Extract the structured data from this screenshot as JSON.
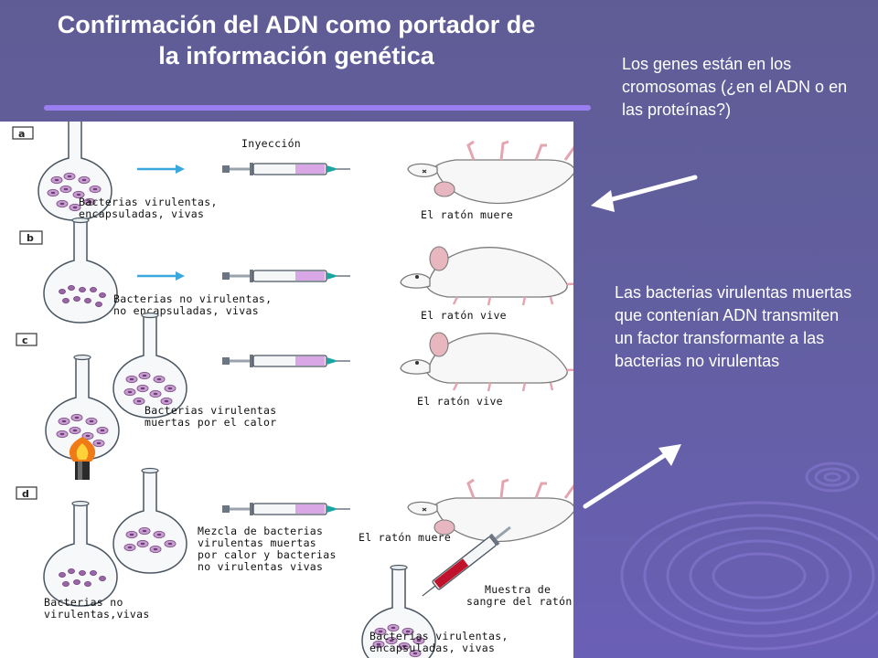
{
  "slide": {
    "title_line1": "Confirmación del ADN como portador de",
    "title_line2": "la información genética",
    "note_top": "Los genes están en los cromosomas (¿en el ADN o en las proteínas?)",
    "note_bottom": "Las bacterias virulentas muertas que contenían ADN transmiten un factor transformante a las bacterias no virulentas"
  },
  "figure": {
    "panel_a": {
      "letter": "a",
      "injection": "Inyección",
      "flask_line1": "Bacterias virulentas,",
      "flask_line2": "encapsuladas, vivas",
      "result": "El ratón muere"
    },
    "panel_b": {
      "letter": "b",
      "flask_line1": "Bacterias no virulentas,",
      "flask_line2": "no encapsuladas, vivas",
      "result": "El ratón vive"
    },
    "panel_c": {
      "letter": "c",
      "flask_line1": "Bacterias virulentas",
      "flask_line2": "muertas por el calor",
      "result": "El ratón vive"
    },
    "panel_d": {
      "letter": "d",
      "mix_line1": "Mezcla de bacterias",
      "mix_line2": "virulentas muertas",
      "mix_line3": "por calor y bacterias",
      "mix_line4": "no virulentas vivas",
      "result": "El ratón muere",
      "left_line1": "Bacterias no",
      "left_line2": "virulentas,vivas",
      "sample_line1": "Muestra de",
      "sample_line2": "sangre del ratón",
      "bottom_line1": "Bacterias virulentas,",
      "bottom_line2": "encapsuladas, vivas"
    }
  },
  "colors": {
    "title_text": "#ffffff",
    "accent_rule": "#9b7ff0",
    "bacteria_fill": "#c7a0cf",
    "syringe_fluid": "#d9a6e6",
    "injection_arrow": "#3aa7dd",
    "blood": "#c0122a"
  }
}
